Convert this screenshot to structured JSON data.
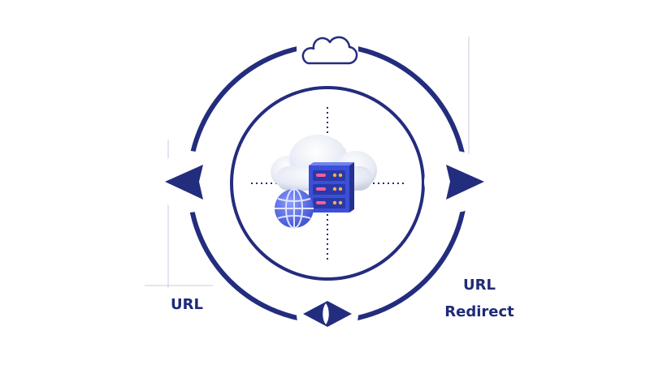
{
  "labels": {
    "left": "URL",
    "right_line1": "URL",
    "right_line2": "Redirect"
  },
  "icons": {
    "top": "cloud-icon",
    "left": "arrow-left-icon",
    "right": "arrow-right-icon",
    "bottom": "diamond-eye-icon",
    "center": "cloud-server-globe-icon"
  },
  "colors": {
    "primary": "#232d7e",
    "server": "#3b4fd8",
    "server_dark": "#2a39a8",
    "led_pink": "#ff5c9a",
    "led_orange": "#ffb14a",
    "cloud": "#e9edf6",
    "globe": "#5b6ee8"
  }
}
